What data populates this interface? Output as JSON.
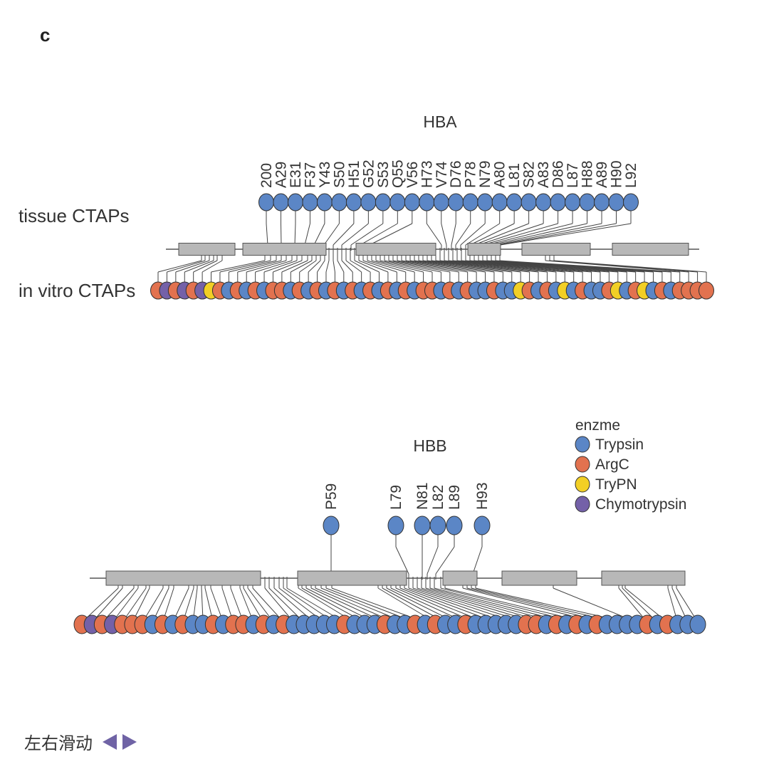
{
  "panel_label": "c",
  "row_labels": {
    "tissue": "tissue CTAPs",
    "in_vitro": "in vitro CTAPs"
  },
  "colors": {
    "Trypsin": "#5b86c6",
    "ArgC": "#e2724f",
    "TryPN": "#f2cf25",
    "Chymotrypsin": "#7461a8",
    "domain": "#b8b8b8",
    "line": "#444444"
  },
  "legend": {
    "title": "enzme",
    "items": [
      {
        "key": "Trypsin",
        "label": "Trypsin"
      },
      {
        "key": "ArgC",
        "label": "ArgC"
      },
      {
        "key": "TryPN",
        "label": "TryPN"
      },
      {
        "key": "Chymotrypsin",
        "label": "Chymotrypsin"
      }
    ]
  },
  "footer": {
    "text": "左右滑动"
  },
  "diagrams": [
    {
      "title": "HBA",
      "tissue_sites": [
        "200",
        "A29",
        "E31",
        "F37",
        "Y43",
        "S50",
        "H51",
        "G52",
        "S53",
        "Q55",
        "V56",
        "H73",
        "V74",
        "D76",
        "P78",
        "N79",
        "A80",
        "L81",
        "S82",
        "A83",
        "D86",
        "L87",
        "H88",
        "A89",
        "H90",
        "L92"
      ],
      "tissue_enzymes": [
        "Trypsin",
        "Trypsin",
        "Trypsin",
        "Trypsin",
        "Trypsin",
        "Trypsin",
        "Trypsin",
        "Trypsin",
        "Trypsin",
        "Trypsin",
        "Trypsin",
        "Trypsin",
        "Trypsin",
        "Trypsin",
        "Trypsin",
        "Trypsin",
        "Trypsin",
        "Trypsin",
        "Trypsin",
        "Trypsin",
        "Trypsin",
        "Trypsin",
        "Trypsin",
        "Trypsin",
        "Trypsin",
        "Trypsin"
      ],
      "in_vitro_enzymes": [
        "ArgC",
        "Chymotrypsin",
        "ArgC",
        "Chymotrypsin",
        "ArgC",
        "Chymotrypsin",
        "TryPN",
        "ArgC",
        "Trypsin",
        "ArgC",
        "Trypsin",
        "ArgC",
        "Trypsin",
        "ArgC",
        "ArgC",
        "Trypsin",
        "ArgC",
        "Trypsin",
        "ArgC",
        "Trypsin",
        "ArgC",
        "Trypsin",
        "ArgC",
        "Trypsin",
        "ArgC",
        "Trypsin",
        "ArgC",
        "Trypsin",
        "ArgC",
        "Trypsin",
        "ArgC",
        "ArgC",
        "Trypsin",
        "ArgC",
        "Trypsin",
        "ArgC",
        "Trypsin",
        "Trypsin",
        "ArgC",
        "Trypsin",
        "Trypsin",
        "TryPN",
        "ArgC",
        "Trypsin",
        "ArgC",
        "Trypsin",
        "TryPN",
        "Trypsin",
        "ArgC",
        "Trypsin",
        "Trypsin",
        "ArgC",
        "TryPN",
        "Trypsin",
        "ArgC",
        "TryPN",
        "Trypsin",
        "ArgC",
        "Trypsin",
        "ArgC",
        "ArgC",
        "ArgC",
        "ArgC"
      ]
    },
    {
      "title": "HBB",
      "tissue_sites": [
        "P59",
        "L79",
        "N81",
        "L82",
        "L89",
        "H93"
      ],
      "tissue_enzymes": [
        "Trypsin",
        "Trypsin",
        "Trypsin",
        "Trypsin",
        "Trypsin",
        "Trypsin"
      ],
      "in_vitro_enzymes": [
        "ArgC",
        "Chymotrypsin",
        "ArgC",
        "Chymotrypsin",
        "ArgC",
        "ArgC",
        "ArgC",
        "Trypsin",
        "ArgC",
        "Trypsin",
        "ArgC",
        "Trypsin",
        "Trypsin",
        "ArgC",
        "Trypsin",
        "ArgC",
        "ArgC",
        "Trypsin",
        "ArgC",
        "Trypsin",
        "ArgC",
        "Trypsin",
        "Trypsin",
        "Trypsin",
        "Trypsin",
        "Trypsin",
        "ArgC",
        "Trypsin",
        "Trypsin",
        "Trypsin",
        "ArgC",
        "Trypsin",
        "Trypsin",
        "ArgC",
        "Trypsin",
        "ArgC",
        "Trypsin",
        "Trypsin",
        "ArgC",
        "Trypsin",
        "Trypsin",
        "Trypsin",
        "Trypsin",
        "Trypsin",
        "ArgC",
        "ArgC",
        "Trypsin",
        "ArgC",
        "Trypsin",
        "ArgC",
        "Trypsin",
        "ArgC",
        "Trypsin",
        "Trypsin",
        "Trypsin",
        "Trypsin",
        "ArgC",
        "Trypsin",
        "ArgC",
        "Trypsin",
        "Trypsin",
        "Trypsin"
      ]
    }
  ]
}
